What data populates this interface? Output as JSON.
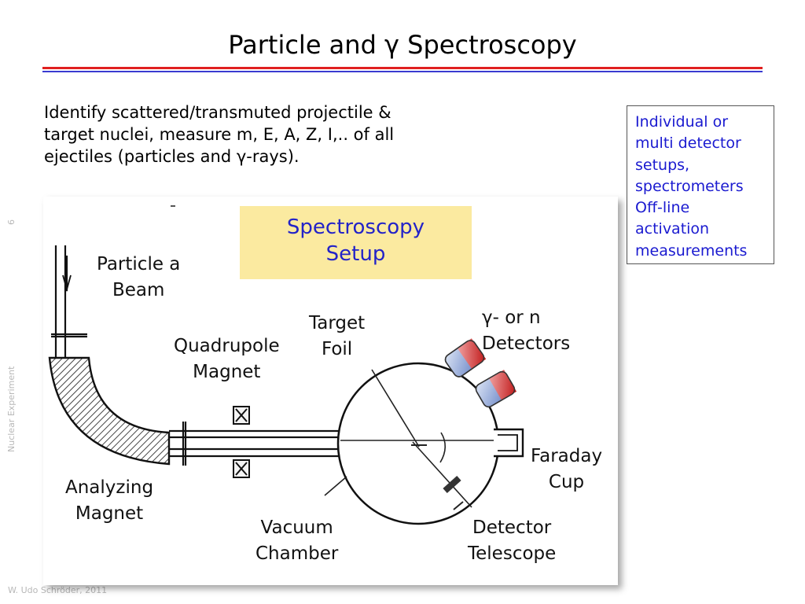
{
  "slide": {
    "title": "Particle and γ Spectroscopy",
    "intro_lines": [
      "Identify scattered/transmuted  projectile &",
      "target nuclei, measure m, E, A, Z, I,.. of all",
      "ejectiles (particles and γ-rays)."
    ],
    "side_box_lines": [
      "Individual or",
      "multi detector",
      "setups,",
      "spectrometers",
      "Off-line",
      "activation",
      "measurements"
    ],
    "side_vertical_label": "Nuclear Experiment",
    "page_number": "6",
    "footer": "W. Udo Schröder, 2011",
    "colors": {
      "title_rule_red": "#e02020",
      "title_rule_blue": "#3a3ad0",
      "side_text": "#1a1ad0"
    }
  },
  "diagram": {
    "banner_lines": [
      "Spectroscopy",
      "Setup"
    ],
    "labels": {
      "particle_beam": [
        "Particle a",
        "Beam"
      ],
      "quadrupole_magnet": [
        "Quadrupole",
        "Magnet"
      ],
      "target_foil": [
        "Target",
        "Foil"
      ],
      "gamma_n_detectors": [
        "γ- or n",
        "Detectors"
      ],
      "faraday_cup": [
        "Faraday",
        "Cup"
      ],
      "analyzing_magnet": [
        "Analyzing",
        "Magnet"
      ],
      "vacuum_chamber": [
        "Vacuum",
        "Chamber"
      ],
      "detector_telescope": [
        "Detector",
        "Telescope"
      ]
    }
  }
}
